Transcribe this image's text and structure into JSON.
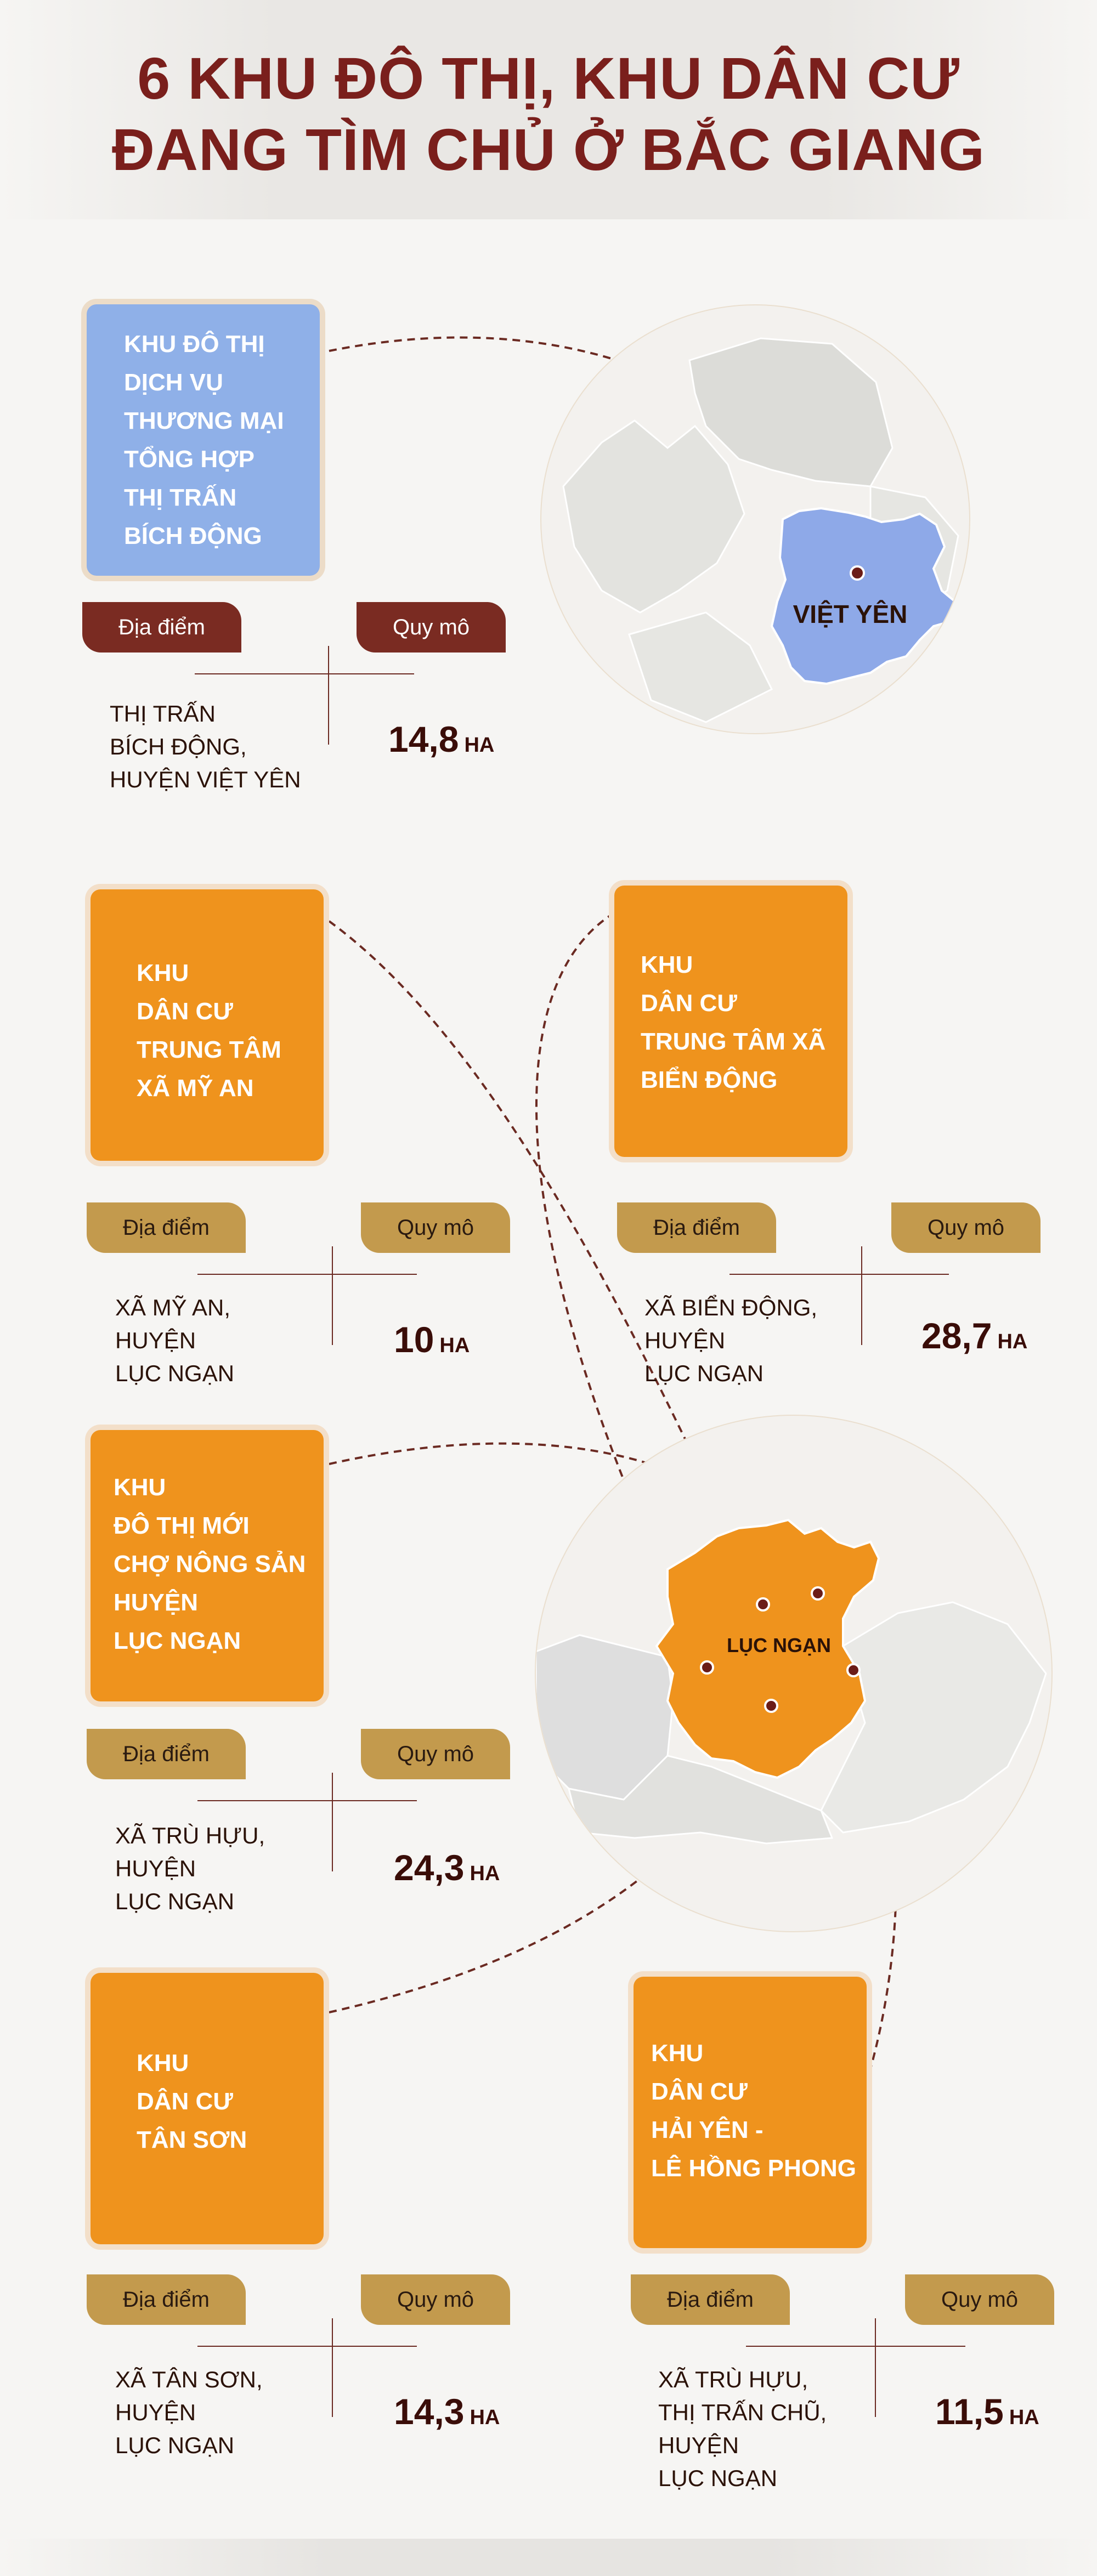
{
  "title": {
    "line1": "6 KHU ĐÔ THỊ, KHU DÂN CƯ",
    "line2": "ĐANG TÌM CHỦ Ở BẮC GIANG"
  },
  "colors": {
    "title": "#7a1f1c",
    "blue_card": "#8fb0e8",
    "orange_card": "#ef931d",
    "tag_dark": "#7a2b22",
    "tag_gold": "#c39a4d",
    "line": "#6b2a22"
  },
  "labels": {
    "location": "Địa điểm",
    "scale": "Quy mô",
    "unit": "HA"
  },
  "maps": {
    "viet_yen": "VIỆT YÊN",
    "luc_ngan": "LỤC NGẠN"
  },
  "projects": [
    {
      "name": [
        "KHU ĐÔ THỊ",
        "DỊCH VỤ",
        "THƯƠNG MẠI",
        "TỔNG HỢP",
        "THỊ TRẤN",
        "BÍCH ĐỘNG"
      ],
      "location": [
        "THỊ TRẤN",
        "BÍCH ĐỘNG,",
        "HUYỆN VIỆT YÊN"
      ],
      "size": "14,8"
    },
    {
      "name": [
        "KHU",
        "DÂN CƯ",
        "TRUNG TÂM",
        "XÃ MỸ AN"
      ],
      "location": [
        "XÃ MỸ AN,",
        "HUYỆN",
        "LỤC NGẠN"
      ],
      "size": "10"
    },
    {
      "name": [
        "KHU",
        "DÂN CƯ",
        "TRUNG TÂM XÃ",
        "BIỂN ĐỘNG"
      ],
      "location": [
        "XÃ BIỂN ĐỘNG,",
        "HUYỆN",
        "LỤC NGẠN"
      ],
      "size": "28,7"
    },
    {
      "name": [
        "KHU",
        "ĐÔ THỊ MỚI",
        "CHỢ NÔNG SẢN",
        "HUYỆN",
        "LỤC NGẠN"
      ],
      "location": [
        "XÃ TRÙ HỰU,",
        "HUYỆN",
        "LỤC NGẠN"
      ],
      "size": "24,3"
    },
    {
      "name": [
        "KHU",
        "DÂN CƯ",
        "TÂN SƠN"
      ],
      "location": [
        "XÃ TÂN SƠN,",
        "HUYỆN",
        "LỤC NGẠN"
      ],
      "size": "14,3"
    },
    {
      "name": [
        "KHU",
        "DÂN CƯ",
        "HẢI YÊN -",
        "LÊ HỒNG PHONG"
      ],
      "location": [
        "XÃ TRÙ HỰU,",
        "THỊ TRẤN CHŨ,",
        "HUYỆN",
        "LỤC NGẠN"
      ],
      "size": "11,5"
    }
  ]
}
